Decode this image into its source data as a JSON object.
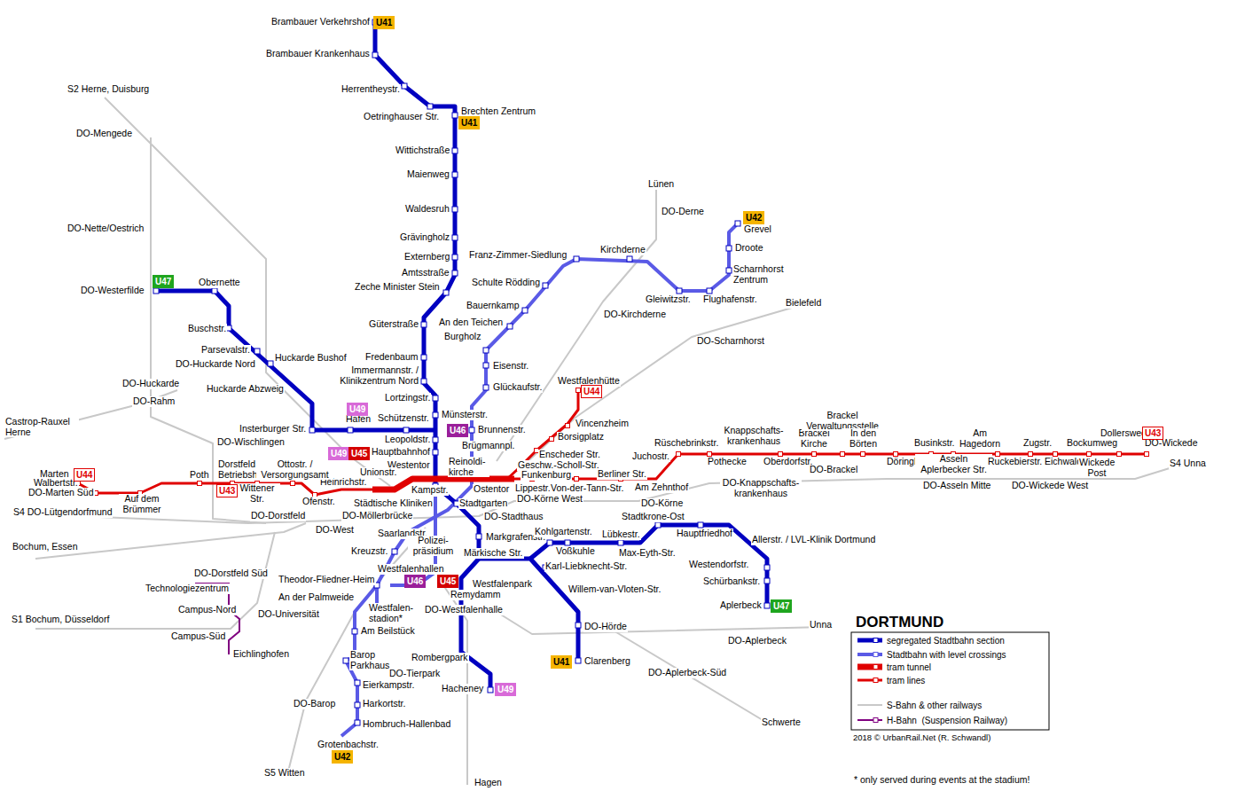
{
  "diagram": {
    "title": "DORTMUND",
    "caption": "2018 © UrbanRail.Net (R. Schwandl)",
    "nodes": [
      {
        "text": [
          "U41"
        ]
      },
      {
        "text": [
          "U41"
        ]
      },
      {
        "text": [
          "U42"
        ]
      },
      {
        "text": [
          "U47"
        ]
      },
      {
        "text": [
          "U44"
        ]
      },
      {
        "text": [
          "U49"
        ]
      },
      {
        "text": [
          "U46"
        ]
      },
      {
        "text": [
          "U49"
        ]
      },
      {
        "text": [
          "U45"
        ]
      },
      {
        "text": [
          "U43"
        ]
      },
      {
        "text": [
          "U44"
        ]
      },
      {
        "text": [
          "U43"
        ]
      },
      {
        "text": [
          "U47"
        ]
      },
      {
        "text": [
          "U46"
        ]
      },
      {
        "text": [
          "U45"
        ]
      },
      {
        "text": [
          "U41"
        ]
      },
      {
        "text": [
          "U49"
        ]
      },
      {
        "text": [
          "U42"
        ]
      }
    ],
    "labels": [
      "Brambauer Verkehrshof",
      "Brambauer Krankenhaus",
      "Herrentheystr.",
      "Brechten Zentrum",
      "Oetringhauser Str.",
      "Wittichstraße",
      "Maienweg",
      "Waldesruh",
      "Grävingholz",
      "Externberg",
      "Amtsstraße",
      "Zeche Minister Stein",
      "Güterstraße",
      "Fredenbaum",
      "Immermannstr. / Klinikzentrum Nord",
      "Lortzingstr.",
      "Münsterstr.",
      "Brunnenstr.",
      "Leopoldstr.",
      "Hauptbahnhof",
      "Westentor",
      "Reinoldi- kirche",
      "Kampstr.",
      "Ostentor",
      "Stadtgarten",
      "Städtische Kliniken",
      "Brügmannpl.",
      "Unionstr.",
      "Heinrichstr.",
      "Schützenstr.",
      "Hafen",
      "Insterburger Str.",
      "Huckarde Abzweig",
      "Huckarde Bushof",
      "Parsevalstr.",
      "Buschstr.",
      "Obernette",
      "DO-Westerfilde",
      "DO-Huckarde Nord",
      "DO-Huckarde",
      "DO-Rahm",
      "DO-Wischlingen",
      "Castrop-Rauxel Herne",
      "S2 Herne, Duisburg",
      "DO-Mengede",
      "DO-Nette/Oestrich",
      "Marten",
      "Walbertstr.",
      "DO-Marten Süd",
      "Auf dem Brümmer",
      "Poth",
      "Dorstfeld Betriebshof",
      "Wittener Str.",
      "Ottostr. / Versorgungsamt",
      "Ofenstr.",
      "S4 DO-Lütgendorfmund",
      "DO-Dorstfeld",
      "Bochum, Essen",
      "DO-West",
      "DO-Möllerbrücke",
      "Saarlandstr.",
      "Kreuzstr.",
      "Polizei- präsidium",
      "Westfalenhallen",
      "Theodor-Fliedner-Heim",
      "An der Palmweide",
      "Westfalen- stadion*",
      "Am Beilstück",
      "Barop Parkhaus",
      "Eierkampstr.",
      "Harkortstr.",
      "Hombruch-Hallenbad",
      "Grotenbachstr.",
      "DO-Barop",
      "S5 Witten",
      "DO-Dorstfeld Süd",
      "Technologiezentrum",
      "Campus-Nord",
      "DO-Universität",
      "Campus-Süd",
      "Eichlinghofen",
      "S1 Bochum, Düsseldorf",
      "Märkische Str.",
      "Markgrafenstr.",
      "DO-Stadthaus",
      "Westfalenpark",
      "Remydamm",
      "DO-Westfalenhalle",
      "Rombergpark",
      "DO-Tierpark",
      "Hacheney",
      "Hagen",
      "Kohlgartenstr.",
      "Voßkuhle",
      "Lübkestr.",
      "Max-Eyth-Str.",
      "Karl-Liebknecht-Str.",
      "Willem-van-Vloten-Str.",
      "DO-Hörde",
      "Clarenberg",
      "Stadtkrone-Ost",
      "Hauptfriedhof",
      "Allerstr. / LVL-Klinik Dortmund",
      "Westendorfstr.",
      "Schürbankstr.",
      "Aplerbeck",
      "DO-Aplerbeck",
      "DO-Aplerbeck-Süd",
      "Unna",
      "Schwerte",
      "Lippestr.",
      "Funkenburg",
      "Geschw.-Scholl-Str.",
      "Von-der-Tann-Str.",
      "Berliner Str.",
      "Am Zehnthof",
      "Juchostr.",
      "Enscheder Str.",
      "Borsigplatz",
      "Vincenzheim",
      "Westfalenhütte",
      "DO-Körne West",
      "DO-Körne",
      "Rüschebrinkstr.",
      "Pothecke",
      "Knappschafts- krankenhaus",
      "Oberdorfstr.",
      "Brackel Kirche",
      "Brackel Verwaltungsstelle",
      "In den Börten",
      "Döringhoff",
      "Businkstr.",
      "Am Hagedorn",
      "Asseln Aplerbecker Str.",
      "Ruckebierstr.",
      "Zugstr.",
      "Eichwaldstr.",
      "Bockumweg",
      "Dollersweg",
      "Wickede Post",
      "DO-Wickede",
      "S4 Unna",
      "DO-Brackel",
      "DO-Knappschafts- krankenhaus",
      "DO-Asseln Mitte",
      "DO-Wickede West",
      "DO-Scharnhorst",
      "Bielefeld",
      "DO-Kirchderne",
      "Lünen",
      "DO-Derne",
      "Grevel",
      "Droote",
      "Scharnhorst Zentrum",
      "Flughafenstr.",
      "Gleiwitzstr.",
      "Kirchderne",
      "Franz-Zimmer-Siedlung",
      "Schulte Rödding",
      "Bauernkamp",
      "An den Teichen",
      "Burgholz",
      "Eisenstr.",
      "Glückaufstr.",
      "* only served during events at the stadium!"
    ],
    "legend": [
      {
        "text": "segregated Stadtbahn section"
      },
      {
        "text": "Stadtbahn with level crossings"
      },
      {
        "text": "tram tunnel"
      },
      {
        "text": "tram lines"
      },
      {
        "text": "S-Bahn & other railways"
      },
      {
        "text": "H-Bahn  (Suspension Railway)"
      }
    ]
  }
}
